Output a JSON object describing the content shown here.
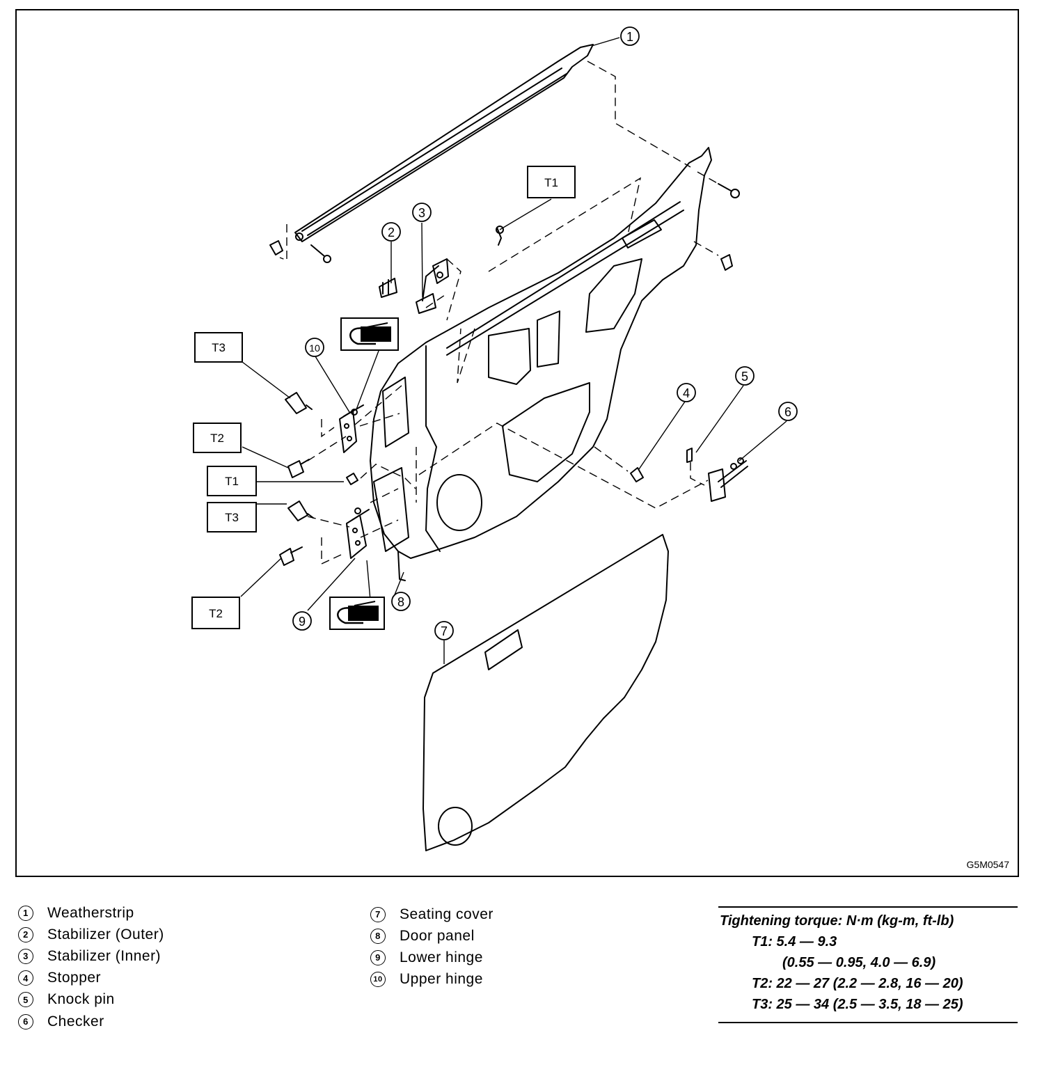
{
  "figure_code": "G5M0547",
  "callouts": [
    "1",
    "2",
    "3",
    "4",
    "5",
    "6",
    "7",
    "8",
    "9",
    "10"
  ],
  "torque_labels": {
    "t1": "T1",
    "t2": "T2",
    "t3": "T3"
  },
  "legend": [
    {
      "num": "1",
      "label": "Weatherstrip"
    },
    {
      "num": "2",
      "label": "Stabilizer (Outer)"
    },
    {
      "num": "3",
      "label": "Stabilizer (Inner)"
    },
    {
      "num": "4",
      "label": "Stopper"
    },
    {
      "num": "5",
      "label": "Knock pin"
    },
    {
      "num": "6",
      "label": "Checker"
    },
    {
      "num": "7",
      "label": "Seating cover"
    },
    {
      "num": "8",
      "label": "Door panel"
    },
    {
      "num": "9",
      "label": "Lower hinge"
    },
    {
      "num": "10",
      "label": "Upper hinge"
    }
  ],
  "torque": {
    "title": "Tightening torque: N·m (kg-m, ft-lb)",
    "t1_line1": "T1: 5.4 — 9.3",
    "t1_line2": "(0.55 — 0.95, 4.0 — 6.9)",
    "t2": "T2: 22 — 27 (2.2 — 2.8, 16 — 20)",
    "t3": "T3: 25 — 34 (2.5 — 3.5, 18 — 25)"
  }
}
